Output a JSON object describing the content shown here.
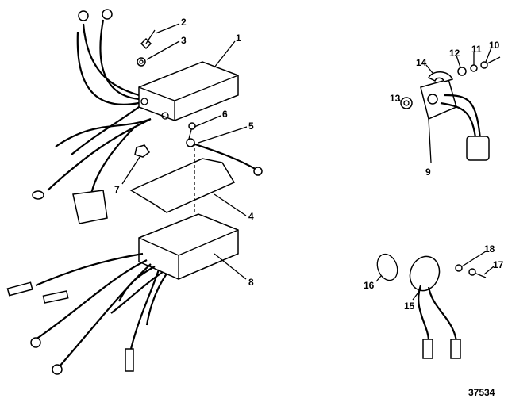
{
  "diagram": {
    "labels": {
      "p1": "1",
      "p2": "2",
      "p3": "3",
      "p4": "4",
      "p5": "5",
      "p6": "6",
      "p7": "7",
      "p8": "8",
      "p9": "9",
      "p10": "10",
      "p11": "11",
      "p12": "12",
      "p13": "13",
      "p14": "14",
      "p15": "15",
      "p16": "16",
      "p17": "17",
      "p18": "18"
    },
    "figure_number": "37534"
  }
}
